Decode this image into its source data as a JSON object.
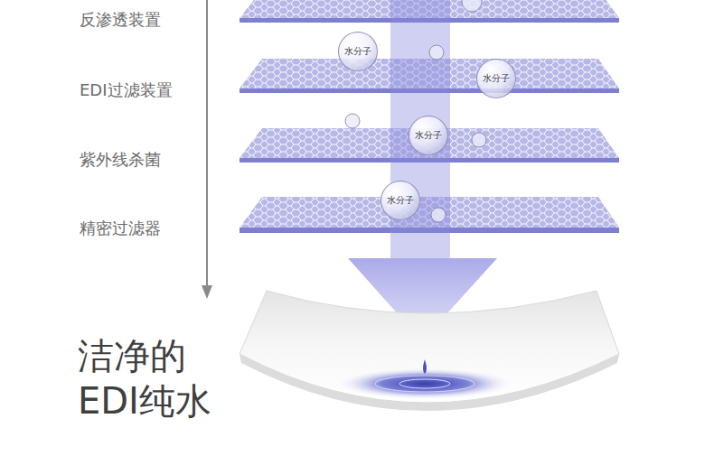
{
  "diagram": {
    "nodes": [
      {
        "text": [
          "水分子"
        ]
      },
      {
        "text": [
          "水分子"
        ]
      },
      {
        "text": [
          "水分子"
        ]
      },
      {
        "text": [
          "水分子"
        ]
      }
    ],
    "labels": [
      "反渗透装置",
      "EDI过滤装置",
      "紫外线杀菌",
      "精密过滤器",
      "洁净的 EDI纯水"
    ]
  }
}
